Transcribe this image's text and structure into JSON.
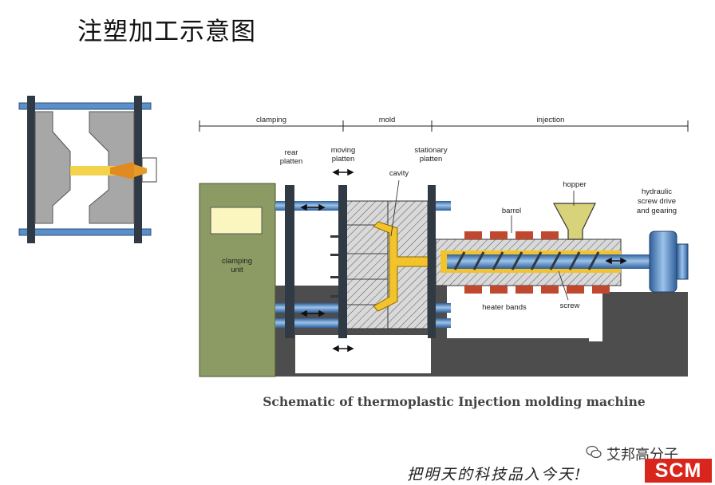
{
  "page_title": "注塑加工示意图",
  "sections": {
    "clamping": "clamping",
    "mold": "mold",
    "injection": "injection"
  },
  "parts": {
    "rear_platten": [
      "rear",
      "platten"
    ],
    "moving_platten": [
      "moving",
      "platten"
    ],
    "cavity": "cavity",
    "stationary_platten": [
      "stationary",
      "platten"
    ],
    "hopper": "hopper",
    "hydraulic": [
      "hydraulic",
      "screw drive",
      "and gearing"
    ],
    "barrel": "barrel",
    "clamping_unit": [
      "clamping",
      "unit"
    ],
    "heater_bands": "heater bands",
    "screw": "screw"
  },
  "caption": "Schematic of thermoplastic Injection molding machine",
  "watermark": {
    "name": "艾邦高分子",
    "handwriting": "把明天的科技品入今天!",
    "logo": "SCM"
  },
  "colors": {
    "blue_rod": "#5b8fc9",
    "green_unit": "#8c9a63",
    "platten": "#2f3a44",
    "melt": "#f3c32c",
    "heater": "#c0482e",
    "base": "#4d4d4d"
  }
}
